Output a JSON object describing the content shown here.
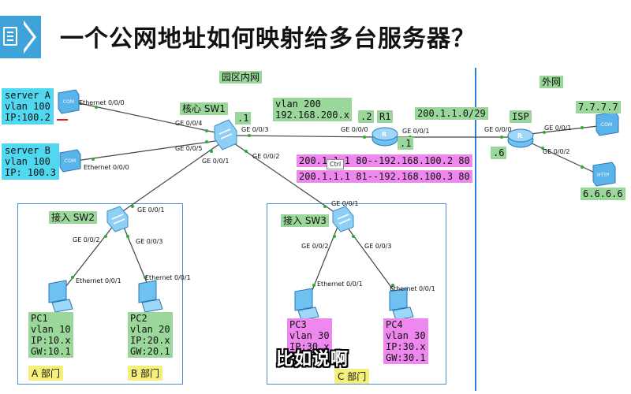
{
  "title": "一个公网地址如何映射给多台服务器？",
  "zones": {
    "inner": "园区内网",
    "outer": "外网"
  },
  "devices": {
    "core": {
      "name": "核心 SW1",
      "ip_suffix": ".1"
    },
    "r1": {
      "name": "R1",
      "left_ip": ".2",
      "right_ip": ".1"
    },
    "isp": {
      "name": "ISP",
      "ip": ".6"
    },
    "sw2": {
      "name": "接入 SW2"
    },
    "sw3": {
      "name": "接入 SW3"
    }
  },
  "labels": {
    "server_a": "server A\nvlan 100\nIP:100.2",
    "server_b": "server B\nvlan 100\nIP: 100.3",
    "vlan200": "vlan 200\n192.168.200.x",
    "wan_net": "200.1.1.0/29",
    "ext1": "7.7.7.7",
    "ext2": "6.6.6.6",
    "nat1": "200.1.1.1 80--192.168.100.2 80",
    "nat2": "200.1.1.1 81--192.168.100.3 80",
    "pc1": "PC1\nvlan 10\nIP:10.x\nGW:10.1",
    "pc2": "PC2\nvlan 20\nIP:20.x\nGW:20.1",
    "pc3": "PC3\nvlan 30\nIP:30.x",
    "pc4": "PC4\nvlan 30\nIP:30.x\nGW:30.1",
    "dept_a": "A 部门",
    "dept_b": "B 部门",
    "dept_c": "C 部门"
  },
  "ports": {
    "sa_eth": "Ethernet 0/0/0",
    "sb_eth": "Ethernet 0/0/0",
    "sw1_004": "GE 0/0/4",
    "sw1_005": "GE 0/0/5",
    "sw1_003": "GE 0/0/3",
    "sw1_001": "GE 0/0/1",
    "sw1_002": "GE 0/0/2",
    "r1_000": "GE 0/0/0",
    "r1_001": "GE 0/0/1",
    "isp_000": "GE 0/0/0",
    "isp_001": "GE 0/0/1",
    "isp_002": "GE 0/0/2",
    "sw2_001": "GE 0/0/1",
    "sw2_002": "GE 0/0/2",
    "sw2_003": "GE 0/0/3",
    "sw3_001": "GE 0/0/1",
    "sw3_002": "GE 0/0/2",
    "sw3_003": "GE 0/0/3",
    "pc1_eth": "Ethernet 0/0/1",
    "pc2_eth": "Ethernet 0/0/1",
    "pc3_eth": "Ethernet 0/0/1",
    "pc4_eth": "Ethernet 0/0/1"
  },
  "tooltip": "Ctrl",
  "subtitle": "比如说啊",
  "colors": {
    "green": "#9bd69b",
    "cyan": "#4fd8f0",
    "pink": "#ee88ee",
    "yellow": "#f5f07a",
    "blue": "#3fa2d8"
  }
}
